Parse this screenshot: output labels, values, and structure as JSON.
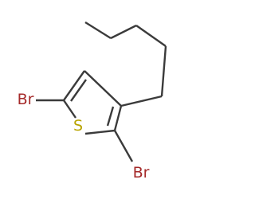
{
  "molecule": {
    "atoms": {
      "br_left": {
        "symbol": "Br",
        "color": "#a52a2a"
      },
      "br_bottom": {
        "symbol": "Br",
        "color": "#a52a2a"
      },
      "sulfur": {
        "symbol": "S",
        "color": "#b8a400"
      }
    },
    "bond_color": "#3b3b3b"
  }
}
